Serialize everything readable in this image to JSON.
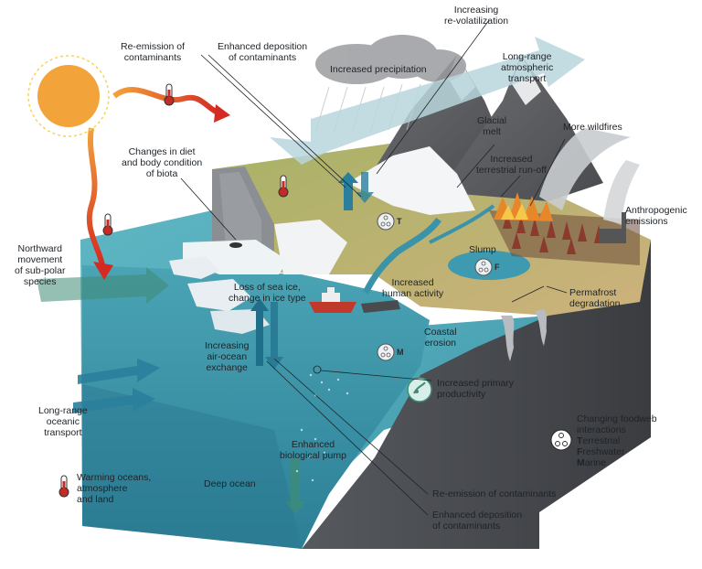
{
  "labels": {
    "re_emission_top": [
      "Re-emission of",
      "contaminants"
    ],
    "enhanced_deposition_top": [
      "Enhanced deposition",
      "of contaminants"
    ],
    "increased_precipitation": [
      "Increased precipitation"
    ],
    "revolatilization": [
      "Increasing",
      "re-volatilization"
    ],
    "long_range_atmospheric": [
      "Long-range",
      "atmospheric",
      "transport"
    ],
    "glacial_melt": [
      "Glacial",
      "melt"
    ],
    "terrestrial_runoff": [
      "Increased",
      "terrestrial run-off"
    ],
    "more_wildfires": [
      "More wildfires"
    ],
    "diet_body": [
      "Changes in diet",
      "and body condition",
      "of biota"
    ],
    "anthropogenic": [
      "Anthropogenic",
      "emissions"
    ],
    "northward": [
      "Northward",
      "movement",
      "of sub-polar",
      "species"
    ],
    "slump": [
      "Slump"
    ],
    "loss_sea_ice": [
      "Loss of sea ice,",
      "change in ice type"
    ],
    "human_activity": [
      "Increased",
      "human activity"
    ],
    "permafrost": [
      "Permafrost",
      "degradation"
    ],
    "coastal_erosion": [
      "Coastal",
      "erosion"
    ],
    "air_ocean": [
      "Increasing",
      "air-ocean",
      "exchange"
    ],
    "primary_productivity": [
      "Increased primary",
      "productivity"
    ],
    "long_range_oceanic": [
      "Long-range",
      "oceanic",
      "transport"
    ],
    "foodweb": [
      "Changing foodweb",
      "interactions"
    ],
    "biological_pump": [
      "Enhanced",
      "biological pump"
    ],
    "warming": [
      "Warming oceans,",
      "atmosphere",
      "and land"
    ],
    "deep_ocean": [
      "Deep ocean"
    ],
    "re_emission_bottom": [
      "Re-emission of contaminants"
    ],
    "enhanced_deposition_bottom": [
      "Enhanced deposition",
      "of contaminants"
    ]
  },
  "foodweb_legend": [
    {
      "initial": "T",
      "rest": "errestrial"
    },
    {
      "initial": "F",
      "rest": "reshwater"
    },
    {
      "initial": "M",
      "rest": "arine"
    }
  ],
  "badges": {
    "terrestrial": "T",
    "freshwater": "F",
    "marine": "M"
  },
  "colors": {
    "sun": "#f2a33a",
    "heat_arrow_start": "#f2a33a",
    "heat_arrow_end": "#d42a24",
    "ocean_top": "#4ea6b3",
    "ocean_front": "#3f94a8",
    "land": "#c8b07a",
    "rock_side": "#4a4d52",
    "transport_arrow": "#b9d6dc",
    "oceanic_arrow": "#2a7f9c",
    "green_arrow": "#3f8b74",
    "fire": "#e8862a"
  },
  "icons": [
    "sun-icon",
    "thermometer-icon",
    "foodweb-icon",
    "ship-icon",
    "seal-icon",
    "factory-icon",
    "fire-icon"
  ]
}
